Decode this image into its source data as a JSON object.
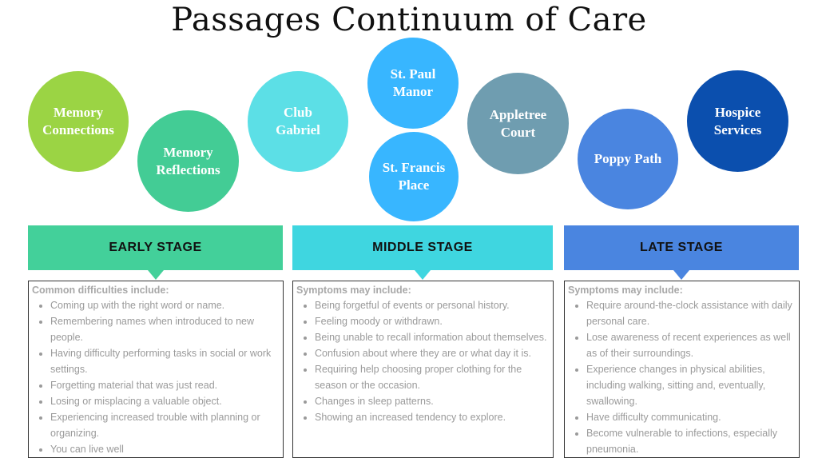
{
  "title": "Passages Continuum of Care",
  "programs": [
    {
      "label": "Memory\nConnections"
    },
    {
      "label": "Memory\nReflections"
    },
    {
      "label": "Club\nGabriel"
    },
    {
      "label": "St. Paul\nManor"
    },
    {
      "label": "St. Francis\nPlace"
    },
    {
      "label": "Appletree\nCourt"
    },
    {
      "label": "Poppy Path"
    },
    {
      "label": "Hospice\nServices"
    }
  ],
  "stages": [
    {
      "label": "EARLY STAGE",
      "heading": "Common difficulties include:",
      "items": [
        "Coming up with the right word or name.",
        "Remembering names when introduced to new people.",
        "Having difficulty performing tasks in social or work settings.",
        "Forgetting material that was just read.",
        "Losing or misplacing a valuable object.",
        "Experiencing increased trouble with planning or organizing.",
        "You can live well"
      ]
    },
    {
      "label": "MIDDLE STAGE",
      "heading": "Symptoms may include:",
      "items": [
        "Being forgetful of events or personal history.",
        "Feeling moody or withdrawn.",
        "Being unable to recall information about themselves.",
        "Confusion about where they are or what day it is.",
        "Requiring help choosing proper clothing for the season or the occasion.",
        "Changes in sleep patterns.",
        "Showing an increased tendency to explore."
      ]
    },
    {
      "label": "LATE STAGE",
      "heading": "Symptoms may include:",
      "items": [
        "Require around-the-clock assistance with daily personal care.",
        "Lose awareness of recent experiences as well as of their surroundings.",
        "Experience changes in physical abilities, including walking, sitting and, eventually, swallowing.",
        "Have difficulty communicating.",
        "Become vulnerable to infections, especially pneumonia."
      ]
    }
  ],
  "colors": {
    "memory_connections": "#9bd444",
    "memory_reflections": "#43cc95",
    "club_gabriel": "#5cdfe6",
    "st_paul_manor": "#38b6ff",
    "st_francis_place": "#38b6ff",
    "appletree_court": "#6f9db0",
    "poppy_path": "#4a85e0",
    "hospice_services": "#0b4fae",
    "early_stage": "#43d09a",
    "middle_stage": "#3fd6e0",
    "late_stage": "#4a85e0"
  }
}
